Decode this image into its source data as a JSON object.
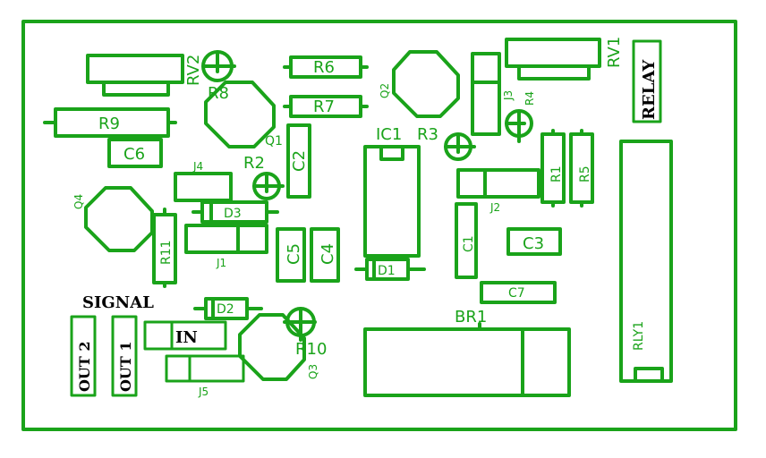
{
  "labels": {
    "rv2": "RV2",
    "r8": "R8",
    "r6": "R6",
    "r7": "R7",
    "q2": "Q2",
    "rv1": "RV1",
    "relay": "RELAY",
    "r9": "R9",
    "c6": "C6",
    "q1": "Q1",
    "c2": "C2",
    "ic1": "IC1",
    "r3": "R3",
    "r4": "R4",
    "j3": "J3",
    "r1": "R1",
    "r5": "R5",
    "j4": "J4",
    "r2": "R2",
    "j2": "J2",
    "q4": "Q4",
    "d3": "D3",
    "r11": "R11",
    "c5": "C5",
    "c4": "C4",
    "c1": "C1",
    "c3": "C3",
    "j1": "J1",
    "d1": "D1",
    "signal": "SIGNAL",
    "c7": "C7",
    "d2": "D2",
    "br1": "BR1",
    "rly1": "RLY1",
    "out2": "OUT 2",
    "out1": "OUT 1",
    "in": "IN",
    "r10": "R10",
    "q3": "Q3",
    "j5": "J5"
  }
}
